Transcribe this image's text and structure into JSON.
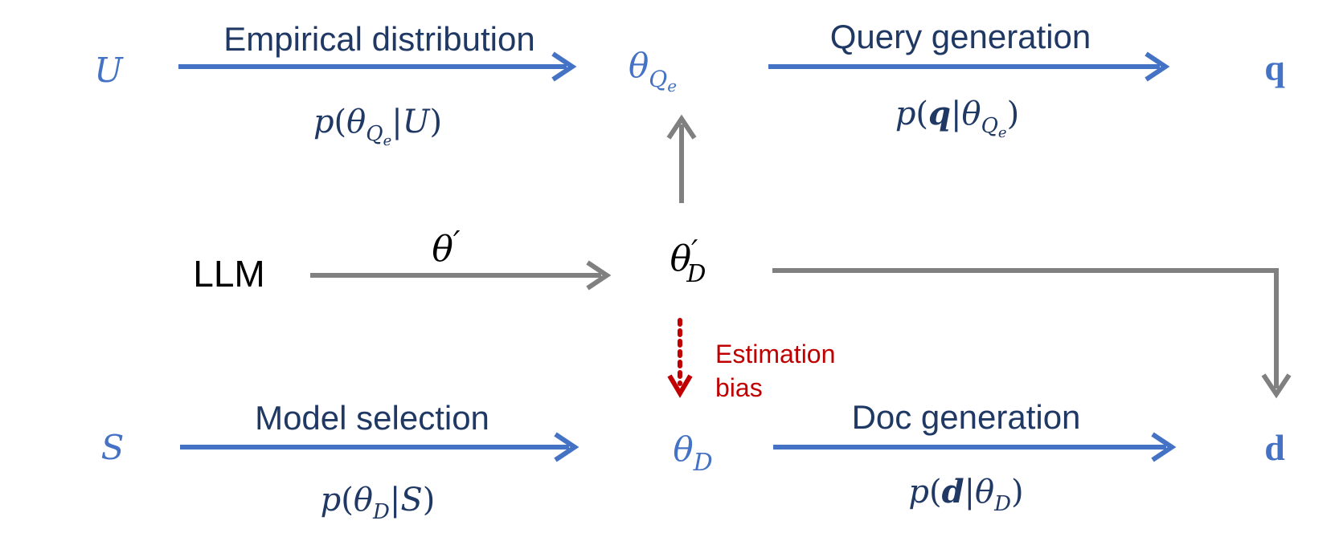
{
  "colors": {
    "blue": "#4472c4",
    "navy": "#1f3864",
    "gray": "#808080",
    "red": "#c00000",
    "black": "#000000"
  },
  "nodes": {
    "U": "U",
    "S": "S",
    "LLM": "LLM",
    "theta": "θ",
    "Q_sub": "Q",
    "e_sub": "e",
    "D_sub": "D",
    "prime": "′",
    "q": "q",
    "d": "d"
  },
  "edges": {
    "empirical_distribution": {
      "label": "Empirical distribution",
      "p": "p",
      "lparen": "(",
      "bar": "|",
      "given": "U",
      "rparen": ")"
    },
    "query_generation": {
      "label": "Query generation",
      "p": "p",
      "lparen": "(",
      "target": "q",
      "bar": "|",
      "rparen": ")"
    },
    "model_selection": {
      "label": "Model selection",
      "p": "p",
      "lparen": "(",
      "bar": "|",
      "given": "S",
      "rparen": ")"
    },
    "doc_generation": {
      "label": "Doc generation",
      "p": "p",
      "lparen": "(",
      "target": "d",
      "bar": "|",
      "rparen": ")"
    },
    "llm_to_theta_prime": {
      "label_theta": "θ",
      "label_prime": "′"
    },
    "estimation_bias": {
      "line1": "Estimation",
      "line2": "bias"
    }
  }
}
